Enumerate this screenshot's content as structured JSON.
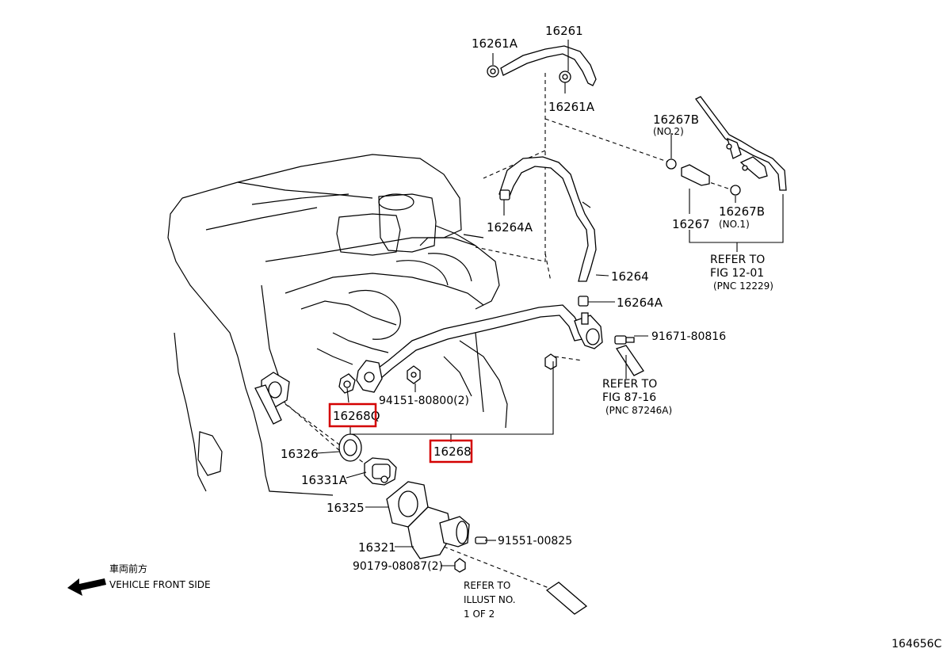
{
  "diagram_id": "164656C",
  "callouts": {
    "p16261": "16261",
    "p16261A_top": "16261A",
    "p16261A_bottom": "16261A",
    "p16267B_no2": "16267B",
    "p16267B_no2_sub": "(NO.2)",
    "p16267B_no1": "16267B",
    "p16267B_no1_sub": "(NO.1)",
    "p16267": "16267",
    "p16264A_top": "16264A",
    "p16264": "16264",
    "p16264A_mid": "16264A",
    "p91671": "91671-80816",
    "p94151": "94151-80800(2)",
    "p16268Q": "16268Q",
    "p16268": "16268",
    "p16326": "16326",
    "p16331A": "16331A",
    "p16325": "16325",
    "p16321": "16321",
    "p91551": "91551-00825",
    "p90179": "90179-08087(2)"
  },
  "refer_fig12": {
    "line1": "REFER TO",
    "line2": "FIG 12-01",
    "line3": "(PNC 12229)"
  },
  "refer_fig87": {
    "line1": "REFER TO",
    "line2": "FIG 87-16",
    "line3": "(PNC 87246A)"
  },
  "refer_illust": {
    "line1": "REFER TO",
    "line2": "ILLUST NO.",
    "line3": "1 OF 2"
  },
  "front_indicator": {
    "jp": "車両前方",
    "en": "VEHICLE FRONT SIDE"
  },
  "highlight_color": "#d40000"
}
